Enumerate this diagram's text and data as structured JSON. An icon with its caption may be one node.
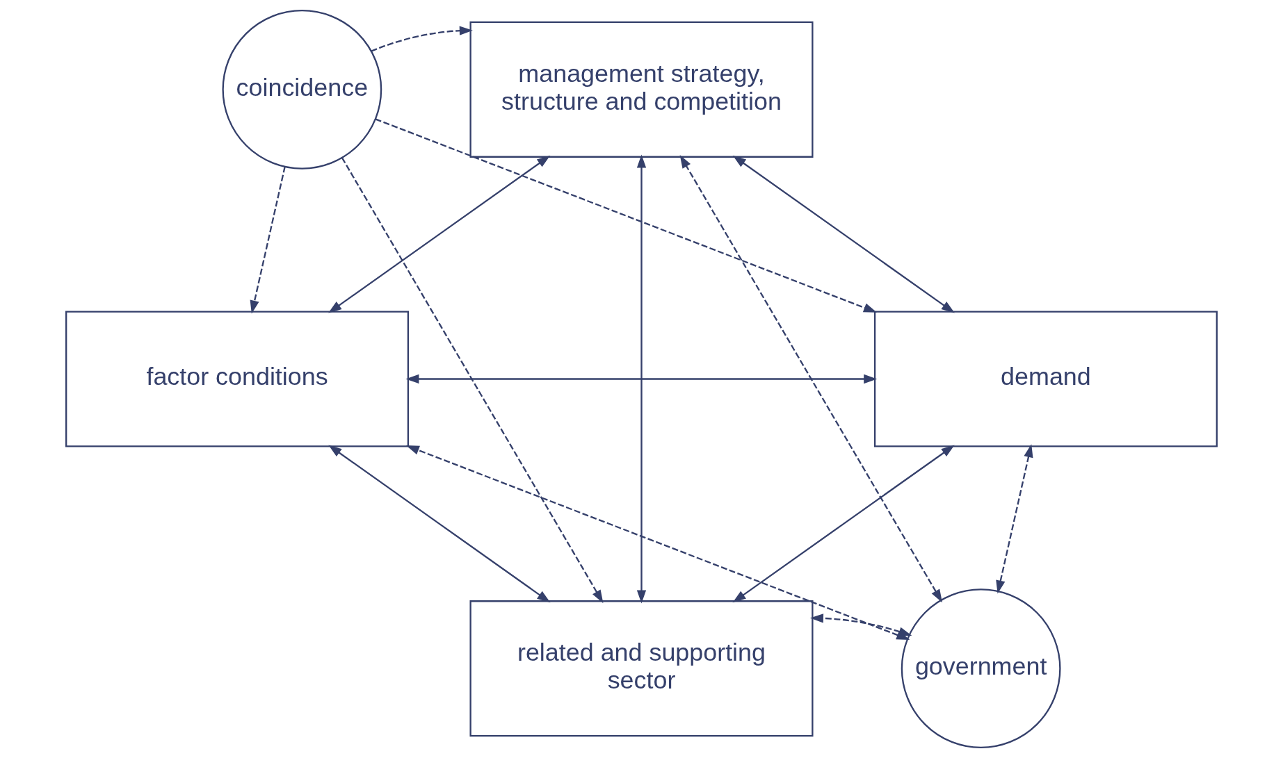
{
  "diagram": {
    "nodes": [
      {
        "text": [
          "coincidence"
        ]
      },
      {
        "text": [
          "management strategy, structure and competition"
        ]
      },
      {
        "text": [
          "factor conditions"
        ]
      },
      {
        "text": [
          "demand"
        ]
      },
      {
        "text": [
          "related and supporting sector"
        ]
      },
      {
        "text": [
          "government"
        ]
      }
    ],
    "edges": [
      {
        "from": 0,
        "to": 1,
        "arrow": "to",
        "style": "dashed"
      },
      {
        "from": 0,
        "to": 2,
        "arrow": "to",
        "style": "dashed"
      },
      {
        "from": 0,
        "to": 3,
        "arrow": "to",
        "style": "dashed"
      },
      {
        "from": 0,
        "to": 4,
        "arrow": "to",
        "style": "dashed"
      },
      {
        "from": 1,
        "to": 2,
        "arrow": "both"
      },
      {
        "from": 1,
        "to": 3,
        "arrow": "both"
      },
      {
        "from": 1,
        "to": 4,
        "arrow": "both"
      },
      {
        "from": 2,
        "to": 3,
        "arrow": "both"
      },
      {
        "from": 2,
        "to": 4,
        "arrow": "both"
      },
      {
        "from": 3,
        "to": 4,
        "arrow": "both"
      },
      {
        "from": 5,
        "to": 1,
        "arrow": "both",
        "style": "dashed"
      },
      {
        "from": 5,
        "to": 2,
        "arrow": "both",
        "style": "dashed"
      },
      {
        "from": 5,
        "to": 3,
        "arrow": "both",
        "style": "dashed"
      },
      {
        "from": 5,
        "to": 4,
        "arrow": "both",
        "style": "dashed"
      }
    ]
  }
}
